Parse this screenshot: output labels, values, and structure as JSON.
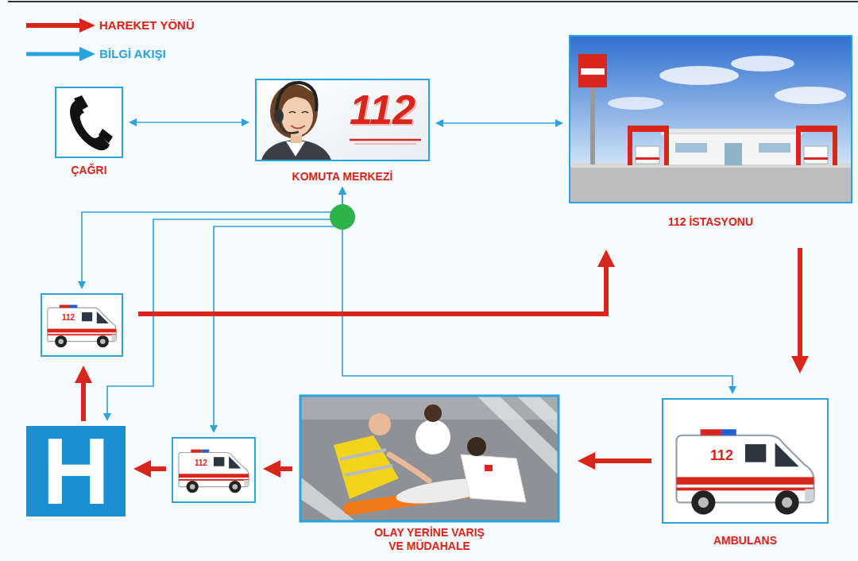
{
  "diagram": {
    "nodes": [
      {
        "text": [
          "ÇAĞRI"
        ]
      },
      {
        "text": [
          "112",
          "KOMUTA MERKEZİ"
        ]
      },
      {
        "text": [
          "112 İSTASYONU"
        ]
      },
      {
        "text": [
          "112"
        ]
      },
      {
        "text": [
          "H"
        ]
      },
      {
        "text": [
          "112"
        ]
      },
      {
        "text": [
          "OLAY YERİNE VARIŞ VE MÜDAHALE"
        ]
      },
      {
        "text": [
          "112",
          "AMBULANS"
        ]
      }
    ],
    "edges": [
      {
        "from": 0,
        "to": 1,
        "arrow": "both"
      },
      {
        "from": 1,
        "to": 2,
        "arrow": "both"
      },
      {
        "from": 1,
        "to": 3,
        "arrow": "both"
      },
      {
        "from": 1,
        "to": 4,
        "arrow": "both"
      },
      {
        "from": 1,
        "to": 5,
        "arrow": "both"
      },
      {
        "from": 1,
        "to": 7,
        "arrow": "both"
      },
      {
        "from": 2,
        "to": 7,
        "arrow": "to"
      },
      {
        "from": 7,
        "to": 6,
        "arrow": "to"
      },
      {
        "from": 6,
        "to": 5,
        "arrow": "to"
      },
      {
        "from": 5,
        "to": 4,
        "arrow": "to"
      },
      {
        "from": 4,
        "to": 3,
        "arrow": "to"
      },
      {
        "from": 3,
        "to": 2,
        "arrow": "to"
      }
    ],
    "legend": [
      {
        "text": "HAREKET YÖNÜ"
      },
      {
        "text": "BİLGİ AKIŞI"
      }
    ]
  }
}
